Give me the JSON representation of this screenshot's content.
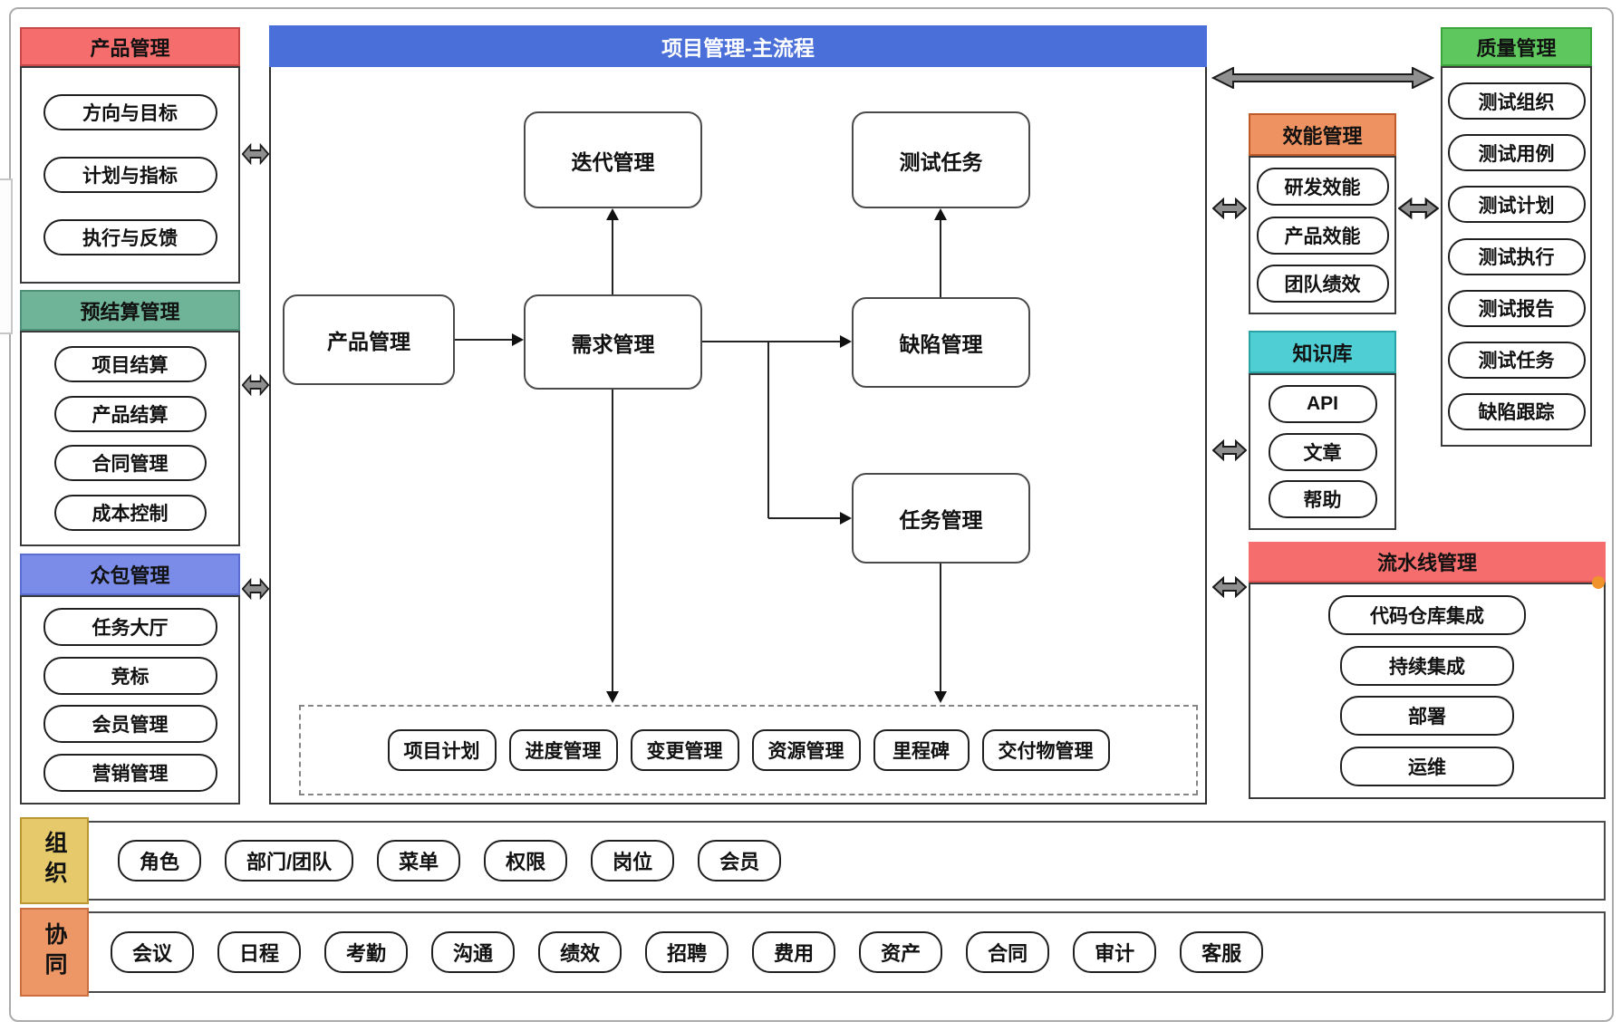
{
  "page": {
    "left_sections": [
      {
        "title": "产品管理",
        "items": [
          "方向与目标",
          "计划与指标",
          "执行与反馈"
        ]
      },
      {
        "title": "预结算管理",
        "items": [
          "项目结算",
          "产品结算",
          "合同管理",
          "成本控制"
        ]
      },
      {
        "title": "众包管理",
        "items": [
          "任务大厅",
          "竞标",
          "会员管理",
          "营销管理"
        ]
      }
    ],
    "main_flow": {
      "title": "项目管理-主流程",
      "nodes": {
        "iteration": "迭代管理",
        "test_task": "测试任务",
        "product": "产品管理",
        "requirement": "需求管理",
        "defect": "缺陷管理",
        "task": "任务管理"
      },
      "sub_items": [
        "项目计划",
        "进度管理",
        "变更管理",
        "资源管理",
        "里程碑",
        "交付物管理"
      ]
    },
    "efficiency": {
      "title": "效能管理",
      "items": [
        "研发效能",
        "产品效能",
        "团队绩效"
      ]
    },
    "knowledge": {
      "title": "知识库",
      "items": [
        "API",
        "文章",
        "帮助"
      ]
    },
    "quality": {
      "title": "质量管理",
      "items": [
        "测试组织",
        "测试用例",
        "测试计划",
        "测试执行",
        "测试报告",
        "测试任务",
        "缺陷跟踪"
      ]
    },
    "pipeline": {
      "title": "流水线管理",
      "items": [
        "代码仓库集成",
        "持续集成",
        "部署",
        "运维"
      ]
    },
    "organization": {
      "title": "组织",
      "items": [
        "角色",
        "部门/团队",
        "菜单",
        "权限",
        "岗位",
        "会员"
      ]
    },
    "collaboration": {
      "title": "协同",
      "items": [
        "会议",
        "日程",
        "考勤",
        "沟通",
        "绩效",
        "招聘",
        "费用",
        "资产",
        "合同",
        "审计",
        "客服"
      ]
    }
  },
  "colors": {
    "product_header": "#f56d6d",
    "product_header_border": "#c94848",
    "budget_header": "#6fb399",
    "budget_header_border": "#4d8f77",
    "crowd_header": "#7a8ce8",
    "crowd_header_border": "#5a6ed1",
    "main_header": "#4a6fd8",
    "efficiency_header": "#ef9261",
    "efficiency_header_border": "#bf5b28",
    "knowledge_header": "#4fced4",
    "knowledge_header_border": "#2aa3a8",
    "quality_header": "#5ec85e",
    "quality_header_border": "#3aa53a",
    "pipeline_header": "#f56d6d",
    "pipeline_header_border": "#e05252",
    "org_tag": "#e6c96b",
    "org_tag_border": "#bb9733",
    "collab_tag": "#ee9766",
    "collab_tag_border": "#cb6f41",
    "arrow_fill": "#8f8f8f",
    "arrow_outline": "#1a1a1a",
    "dot_orange": "#f0932b"
  }
}
